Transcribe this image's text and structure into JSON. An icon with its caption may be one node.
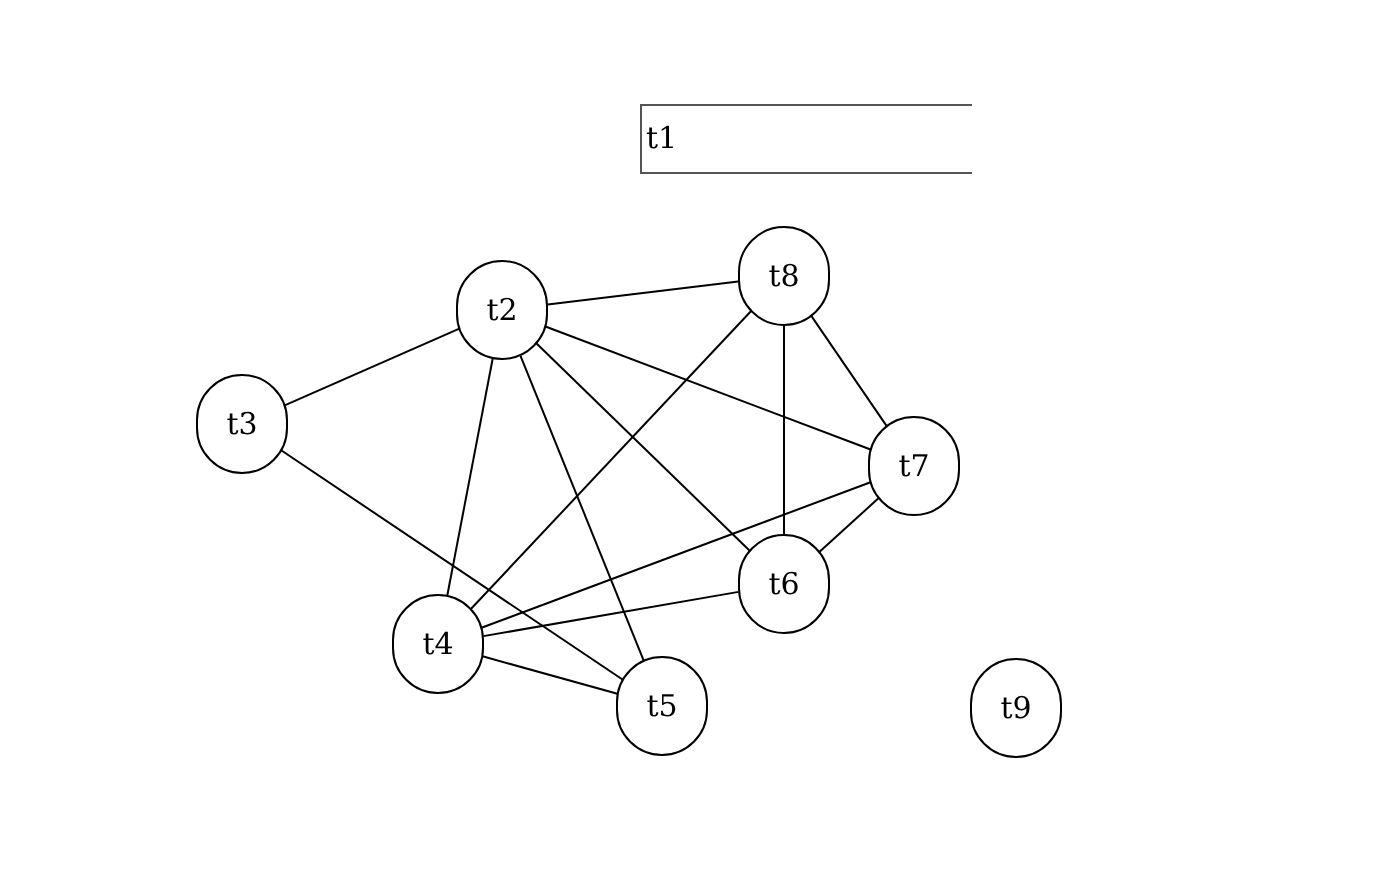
{
  "diagram": {
    "nodes": [
      {
        "text": [
          "t1"
        ]
      },
      {
        "text": [
          "t2"
        ]
      },
      {
        "text": [
          "t3"
        ]
      },
      {
        "text": [
          "t4"
        ]
      },
      {
        "text": [
          "t5"
        ]
      },
      {
        "text": [
          "t6"
        ]
      },
      {
        "text": [
          "t7"
        ]
      },
      {
        "text": [
          "t8"
        ]
      },
      {
        "text": [
          "t9"
        ]
      }
    ],
    "edges": [
      {
        "from": 1,
        "to": 7,
        "arrow": "none"
      },
      {
        "from": 1,
        "to": 2,
        "arrow": "none"
      },
      {
        "from": 1,
        "to": 3,
        "arrow": "none"
      },
      {
        "from": 1,
        "to": 4,
        "arrow": "none"
      },
      {
        "from": 1,
        "to": 5,
        "arrow": "none"
      },
      {
        "from": 1,
        "to": 6,
        "arrow": "none"
      },
      {
        "from": 7,
        "to": 3,
        "arrow": "none"
      },
      {
        "from": 7,
        "to": 5,
        "arrow": "none"
      },
      {
        "from": 7,
        "to": 6,
        "arrow": "none"
      },
      {
        "from": 6,
        "to": 5,
        "arrow": "none"
      },
      {
        "from": 6,
        "to": 3,
        "arrow": "none"
      },
      {
        "from": 2,
        "to": 4,
        "arrow": "none"
      },
      {
        "from": 3,
        "to": 5,
        "arrow": "none"
      },
      {
        "from": 3,
        "to": 4,
        "arrow": "none"
      }
    ]
  }
}
